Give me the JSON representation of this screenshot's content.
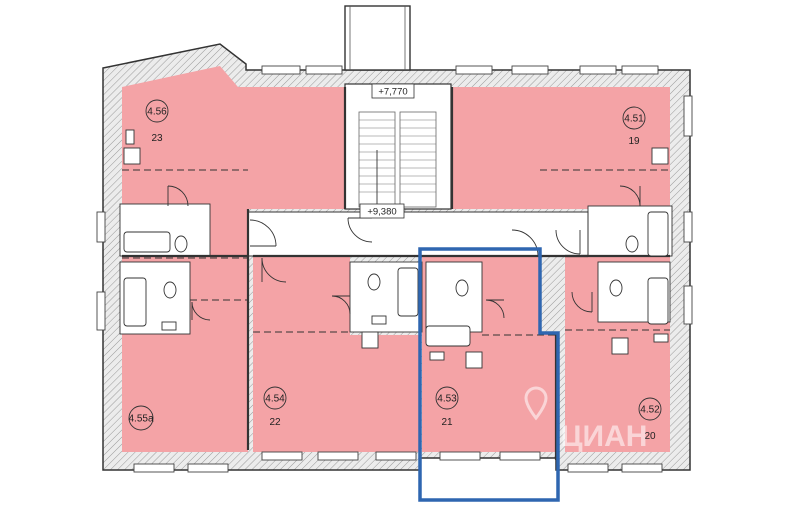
{
  "levels": {
    "top": "+7,770",
    "mid": "+9,380"
  },
  "units": [
    {
      "code": "4.56",
      "area": "23"
    },
    {
      "code": "4.51",
      "area": "19"
    },
    {
      "code": "4.54",
      "area": "22"
    },
    {
      "code": "4.53",
      "area": "21"
    },
    {
      "code": "4.52",
      "area": "20"
    },
    {
      "code": "4.55а",
      "area": ""
    }
  ],
  "watermark": "ЦИАН",
  "colors": {
    "unit_fill": "#f4a3a6",
    "highlight": "#2f66b0",
    "walls": "#333333"
  }
}
